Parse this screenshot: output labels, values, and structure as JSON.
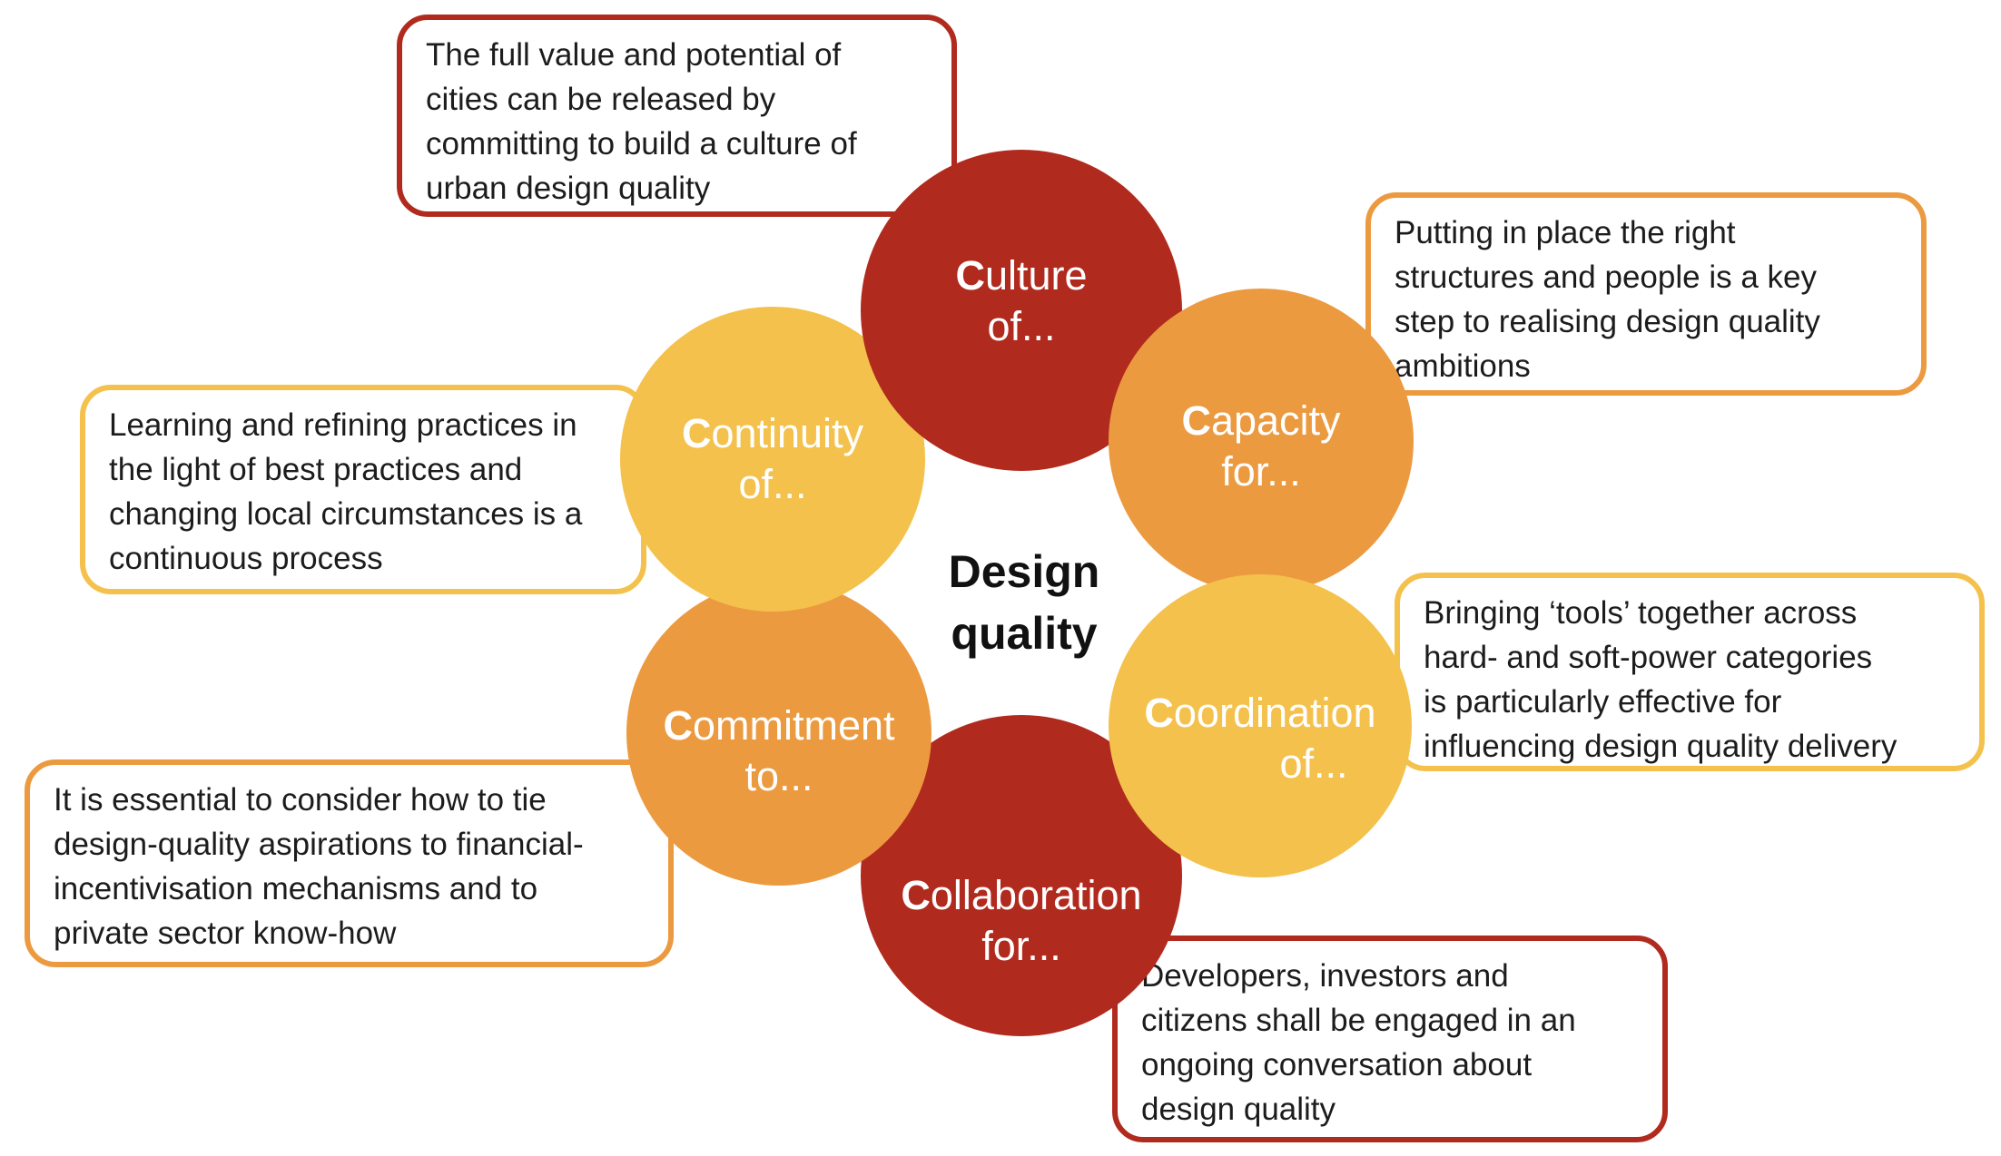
{
  "center": {
    "line1": "Design",
    "line2": "quality"
  },
  "colors": {
    "red": "#B12A1E",
    "orange": "#EC9A40",
    "yellow": "#F4C14C",
    "text": "#1C1C1C",
    "circle_text": "#FFFFFF",
    "background": "#FFFFFF"
  },
  "circles": {
    "culture": {
      "initial": "C",
      "rest": "ulture",
      "line2": "of...",
      "fill_color": "#B12A1E"
    },
    "capacity": {
      "initial": "C",
      "rest": "apacity",
      "line2": "for...",
      "fill_color": "#EC9A40"
    },
    "coordination": {
      "initial": "C",
      "rest": "oordination",
      "line2": "of...",
      "fill_color": "#F4C14C"
    },
    "collaboration": {
      "initial": "C",
      "rest": "ollaboration",
      "line2": "for...",
      "fill_color": "#B12A1E"
    },
    "commitment": {
      "initial": "C",
      "rest": "ommitment",
      "line2": "to...",
      "fill_color": "#EC9A40"
    },
    "continuity": {
      "initial": "C",
      "rest": "ontinuity",
      "line2": "of...",
      "fill_color": "#F4C14C"
    }
  },
  "callouts": {
    "culture": {
      "text": "The full value and potential of\ncities can be released by\ncommitting to build a culture of\nurban design quality",
      "border_color": "#B12A1E"
    },
    "capacity": {
      "text": "Putting in place the right\nstructures and people is a key\nstep to realising design quality\nambitions",
      "border_color": "#EC9A40"
    },
    "coordination": {
      "text": "Bringing ‘tools’ together across\nhard- and soft-power categories\nis particularly effective for\ninfluencing design quality delivery",
      "border_color": "#F4C14C"
    },
    "collaboration": {
      "text": "Developers, investors and\ncitizens shall be engaged in an\nongoing conversation about\ndesign quality",
      "border_color": "#B12A1E"
    },
    "commitment": {
      "text": "It is essential to consider how to tie\ndesign-quality aspirations to financial-\nincentivisation mechanisms and to\nprivate sector know-how",
      "border_color": "#EC9A40"
    },
    "continuity": {
      "text": "Learning and refining practices in\nthe light of best practices and\nchanging local circumstances is a\ncontinuous process",
      "border_color": "#F4C14C"
    }
  }
}
